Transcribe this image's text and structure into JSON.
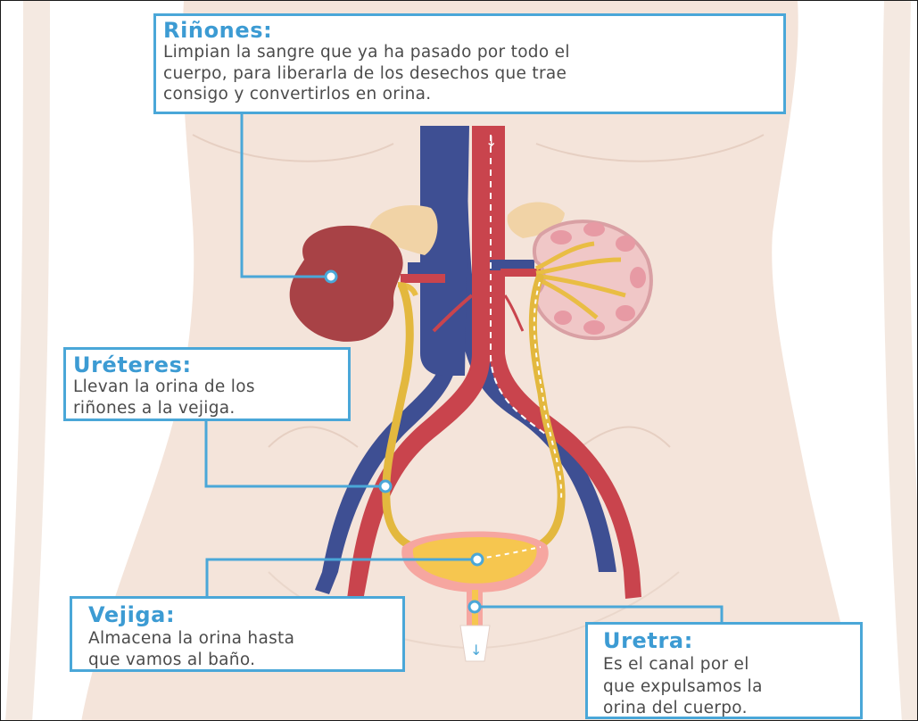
{
  "callouts": {
    "rinones": {
      "title": "Riñones:",
      "lines": [
        "Limpian la sangre que ya ha pasado por todo el",
        "cuerpo, para liberarla de los desechos que trae",
        "consigo y convertirlos en orina."
      ]
    },
    "ureteres": {
      "title": "Uréteres:",
      "lines": [
        "Llevan la orina de los",
        "riñones a la vejiga."
      ]
    },
    "vejiga": {
      "title": "Vejiga:",
      "lines": [
        "Almacena la orina hasta",
        "que vamos al baño."
      ]
    },
    "uretra": {
      "title": "Uretra:",
      "lines": [
        "Es el canal por el",
        "que expulsamos la",
        "orina del cuerpo."
      ]
    }
  },
  "colors": {
    "accent": "#4aa7d8",
    "title": "#3c9bd3",
    "body_skin": "#f4e4da",
    "vein": "#3e4f93",
    "artery": "#c9444d",
    "kidney": "#a84246",
    "ureter": "#e3b83e",
    "bladder": "#f6c64f"
  },
  "arrows": {
    "top": "↓",
    "bottom": "↓"
  }
}
